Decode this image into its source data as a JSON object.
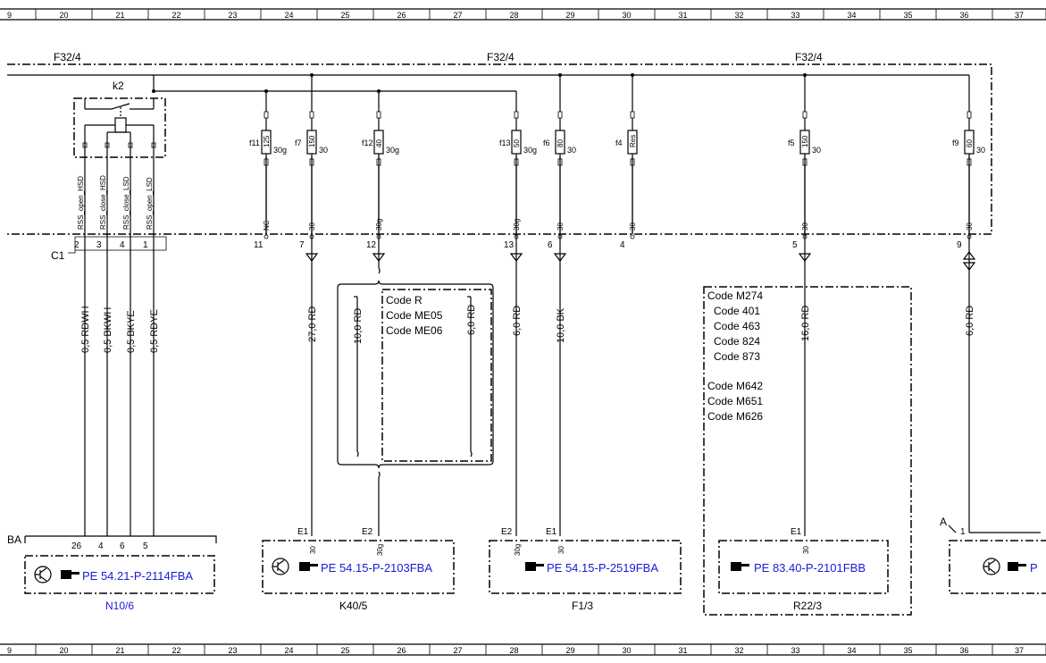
{
  "grid": {
    "top": [
      "9",
      "20",
      "21",
      "22",
      "23",
      "24",
      "25",
      "26",
      "27",
      "28",
      "29",
      "30",
      "31",
      "32",
      "33",
      "34",
      "35",
      "36",
      "37"
    ],
    "bottom": [
      "9",
      "20",
      "21",
      "22",
      "23",
      "24",
      "25",
      "26",
      "27",
      "28",
      "29",
      "30",
      "31",
      "32",
      "33",
      "34",
      "35",
      "36",
      "37"
    ]
  },
  "bus": {
    "labels": [
      "F32/4",
      "F32/4",
      "F32/4"
    ]
  },
  "relay": {
    "name": "k2",
    "connector": "C1",
    "signals": [
      "RSS_open_HSD",
      "RSS_close_HSD",
      "RSS_close_LSD",
      "RSS_open_LSD"
    ],
    "pins": [
      "2",
      "3",
      "4",
      "1"
    ],
    "wires": [
      "0,5 RDWH",
      "0,5 BKWH",
      "0,5 BKYE",
      "0,5 RDYE"
    ]
  },
  "fuses": [
    {
      "id": "f11",
      "rating": "125",
      "term": "30g",
      "out": "NC",
      "pin": "11"
    },
    {
      "id": "f7",
      "rating": "150",
      "term": "30",
      "out": "30",
      "pin": "7"
    },
    {
      "id": "f12",
      "rating": "40",
      "term": "30g",
      "out": "30g",
      "pin": "12"
    },
    {
      "id": "f13",
      "rating": "50",
      "term": "30g",
      "out": "30g",
      "pin": "13"
    },
    {
      "id": "f6",
      "rating": "80",
      "term": "30",
      "out": "30",
      "pin": "6"
    },
    {
      "id": "f4",
      "rating": "Res",
      "term": "",
      "out": "30",
      "pin": "4"
    },
    {
      "id": "f5",
      "rating": "150",
      "term": "30",
      "out": "30",
      "pin": "5"
    },
    {
      "id": "f9",
      "rating": "60",
      "term": "30",
      "out": "30",
      "pin": "9"
    }
  ],
  "wires": {
    "f7": "27,0 RD",
    "k40_a": "10,0 RD",
    "k40_b": "6,0 RD",
    "f13": "6,0 RD",
    "f6": "10,0 BK",
    "f5": "16,0 RD",
    "f9": "6,0 RD"
  },
  "code_group_1": [
    "Code R",
    "Code ME05",
    "Code ME06"
  ],
  "code_group_2": [
    "Code M274",
    "Code 401",
    "Code 463",
    "Code 824",
    "Code 873",
    "Code M642",
    "Code M651",
    "Code M626"
  ],
  "components": [
    {
      "name": "N10/6",
      "connector": "BA",
      "pins": [
        "26",
        "4",
        "6",
        "5"
      ],
      "ref": "PE 54.21-P-2114FBA"
    },
    {
      "name": "K40/5",
      "connector": "E1",
      "connector2": "E2",
      "term": "30",
      "term2": "30g",
      "ref": "PE 54.15-P-2103FBA"
    },
    {
      "name": "F1/3",
      "connector": "E2",
      "connector2": "E1",
      "term": "30g",
      "term2": "30",
      "ref": "PE 54.15-P-2519FBA"
    },
    {
      "name": "R22/3",
      "connector": "E1",
      "term": "30",
      "ref": "PE 83.40-P-2101FBB"
    },
    {
      "name": "",
      "connector": "A",
      "pin": "1",
      "ref": "P"
    }
  ],
  "colors": {
    "link": "#1a1ad6",
    "line": "#000000"
  },
  "icons": [
    "transistor-icon",
    "pointing-hand-icon"
  ]
}
